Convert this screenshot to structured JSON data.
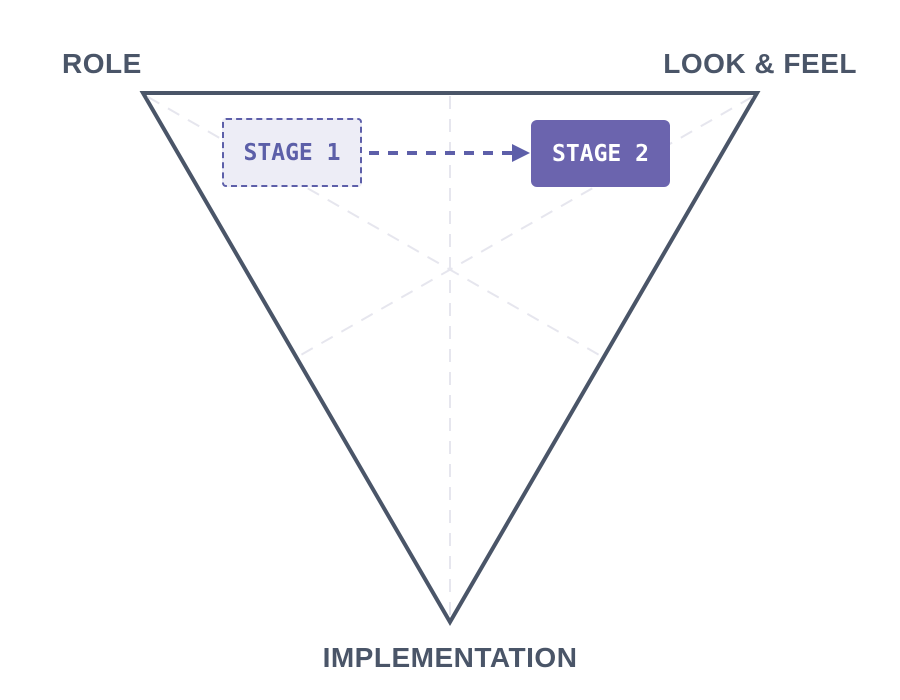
{
  "diagram": {
    "corner_labels": {
      "top_left": "ROLE",
      "top_right": "LOOK & FEEL",
      "bottom": "IMPLEMENTATION"
    },
    "stage1": {
      "label": "STAGE 1",
      "style": "dashed-outline"
    },
    "stage2": {
      "label": "STAGE 2",
      "style": "solid-fill"
    },
    "arrow": {
      "from": "STAGE 1",
      "to": "STAGE 2",
      "direction": "right",
      "style": "dashed"
    },
    "colors": {
      "background": "#ffffff",
      "label_text": "#4a5568",
      "triangle_stroke": "#4a5568",
      "guide_lines": "#e6e6ee",
      "stage1_fill": "#ededf6",
      "stage1_border": "#5d5fa9",
      "stage1_text": "#5c5fa8",
      "stage2_fill": "#6b64ae",
      "stage2_text": "#ffffff",
      "arrow": "#5d5fa9"
    }
  }
}
